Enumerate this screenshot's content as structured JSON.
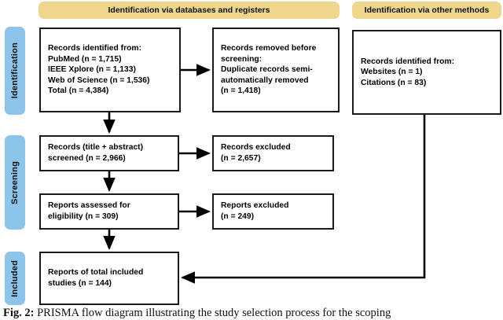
{
  "figure": {
    "caption_label": "Fig. 2:",
    "caption_text": "PRISMA flow diagram illustrating the study selection process for the scoping"
  },
  "colors": {
    "banner": "#efd68c",
    "stage_bar": "#8cc4ea",
    "box_border": "#1a1a1a",
    "box_fill": "#ffffff",
    "connector": "#000000"
  },
  "banners": {
    "databases": "Identification via databases and registers",
    "other_methods": "Identification via other methods"
  },
  "stages": [
    {
      "key": "identification",
      "label": "Identification"
    },
    {
      "key": "screening",
      "label": "Screening"
    },
    {
      "key": "included",
      "label": "Included"
    }
  ],
  "nodes": {
    "identified": "Records identified from:\n    PubMed (n = 1,715)\n    IEEE Xplore (n = 1,133)\n    Web of Science (n = 1,536)\n    Total (n = 4,384)",
    "removed": "Records removed before\nscreening:\n    Duplicate records semi-\n    automatically removed\n    (n = 1,418)",
    "other_source": "Records identified from:\n    Websites (n = 1)\n    Citations (n = 83)",
    "screened": "Records (title + abstract)\nscreened (n = 2,966)",
    "records_excluded": "Records excluded\n(n = 2,657)",
    "eligibility": "Reports assessed for\neligibility (n = 309)",
    "reports_excluded": "Reports excluded\n    (n = 249)",
    "included": "Reports of total included\nstudies (n = 144)"
  },
  "flow_data": {
    "type": "prisma-flow-diagram",
    "counts": {
      "pubmed": 1715,
      "ieee_xplore": 1133,
      "web_of_science": 1536,
      "total_identified": 4384,
      "duplicates_removed": 1418,
      "websites": 1,
      "citations": 83,
      "screened": 2966,
      "records_excluded": 2657,
      "assessed_for_eligibility": 309,
      "reports_excluded": 249,
      "included_studies": 144
    },
    "edges": [
      {
        "from": "identified",
        "to": "removed",
        "direction": "right"
      },
      {
        "from": "identified",
        "to": "screened",
        "direction": "down"
      },
      {
        "from": "screened",
        "to": "records_excluded",
        "direction": "right"
      },
      {
        "from": "screened",
        "to": "eligibility",
        "direction": "down"
      },
      {
        "from": "eligibility",
        "to": "reports_excluded",
        "direction": "right"
      },
      {
        "from": "eligibility",
        "to": "included",
        "direction": "down"
      },
      {
        "from": "other_source",
        "to": "included",
        "direction": "down-left"
      }
    ]
  }
}
